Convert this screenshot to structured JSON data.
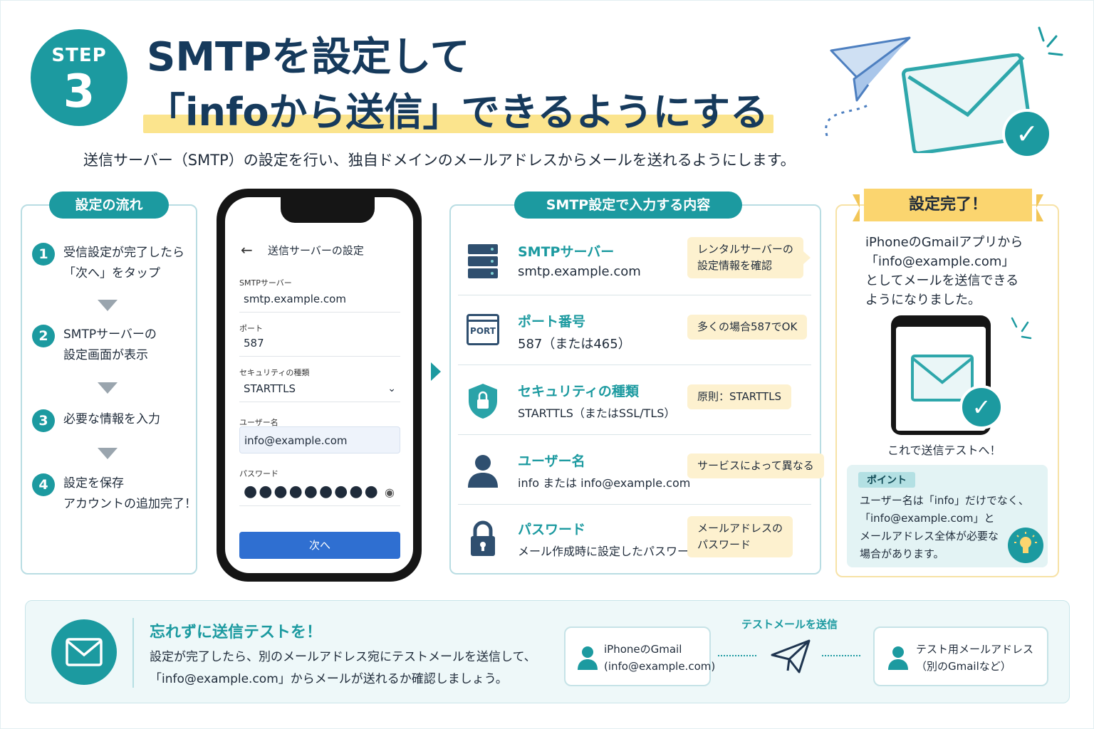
{
  "colors": {
    "teal": "#1c9aa0",
    "navy": "#163a5c",
    "highlight": "#fbe48d",
    "note_bg": "#fdf1cf",
    "blue_button": "#2f6fd1"
  },
  "header": {
    "step_label": "STEP",
    "step_number": "3",
    "title_line1": "SMTPを設定して",
    "title_line2": "「infoから送信」できるようにする",
    "subtitle": "送信サーバー（SMTP）の設定を行い、独自ドメインのメールアドレスからメールを送れるようにします。",
    "decor_icons": [
      "paper-plane-icon",
      "envelope-icon",
      "checkmark-icon"
    ]
  },
  "flow": {
    "title": "設定の流れ",
    "steps": [
      {
        "num": "1",
        "line1": "受信設定が完了したら",
        "line2": "「次へ」をタップ"
      },
      {
        "num": "2",
        "line1": "SMTPサーバーの",
        "line2": "設定画面が表示"
      },
      {
        "num": "3",
        "line1": "必要な情報を入力",
        "line2": ""
      },
      {
        "num": "4",
        "line1": "設定を保存",
        "line2": "アカウントの追加完了！"
      }
    ]
  },
  "phone": {
    "screen_title": "送信サーバーの設定",
    "fields": {
      "server": {
        "label": "SMTPサーバー",
        "value": "smtp.example.com"
      },
      "port": {
        "label": "ポート",
        "value": "587"
      },
      "security": {
        "label": "セキュリティの種類",
        "value": "STARTTLS"
      },
      "username": {
        "label": "ユーザー名",
        "value": "info@example.com"
      },
      "password": {
        "label": "パスワード",
        "value": "●●●●●●●●●"
      }
    },
    "next_button": "次へ"
  },
  "smtp": {
    "title": "SMTP設定で入力する内容",
    "rows": [
      {
        "icon": "server-icon",
        "heading": "SMTPサーバー",
        "value": "smtp.example.com",
        "note1": "レンタルサーバーの",
        "note2": "設定情報を確認"
      },
      {
        "icon": "port-icon",
        "icon_text": "PORT",
        "heading": "ポート番号",
        "value": "587（または465）",
        "note1": "多くの場合587でOK",
        "note2": ""
      },
      {
        "icon": "shield-lock-icon",
        "heading": "セキュリティの種類",
        "value": "STARTTLS（またはSSL/TLS）",
        "note1": "原則：STARTTLS",
        "note2": ""
      },
      {
        "icon": "user-icon",
        "heading": "ユーザー名",
        "value": "info または info@example.com",
        "note1": "サービスによって異なる",
        "note2": ""
      },
      {
        "icon": "padlock-icon",
        "heading": "パスワード",
        "value": "メール作成時に設定したパスワード",
        "note1": "メールアドレスの",
        "note2": "パスワード"
      }
    ]
  },
  "done": {
    "title": "設定完了！",
    "line1": "iPhoneのGmailアプリから",
    "line2": "「info@example.com」",
    "line3": "としてメールを送信できる",
    "line4": "ようになりました。",
    "caption": "これで送信テストへ！",
    "point_tag": "ポイント",
    "point1": "ユーザー名は「info」だけでなく、",
    "point2": "「info@example.com」と",
    "point3": "メールアドレス全体が必要な",
    "point4": "場合があります。"
  },
  "bottom": {
    "title": "忘れずに送信テストを！",
    "text1": "設定が完了したら、別のメールアドレス宛にテストメールを送信して、",
    "text2": "「info@example.com」からメールが送れるか確認しましょう。",
    "sender1": "iPhoneのGmail",
    "sender2": "(info@example.com)",
    "arrow_label": "テストメールを送信",
    "receiver1": "テスト用メールアドレス",
    "receiver2": "（別のGmailなど）"
  }
}
